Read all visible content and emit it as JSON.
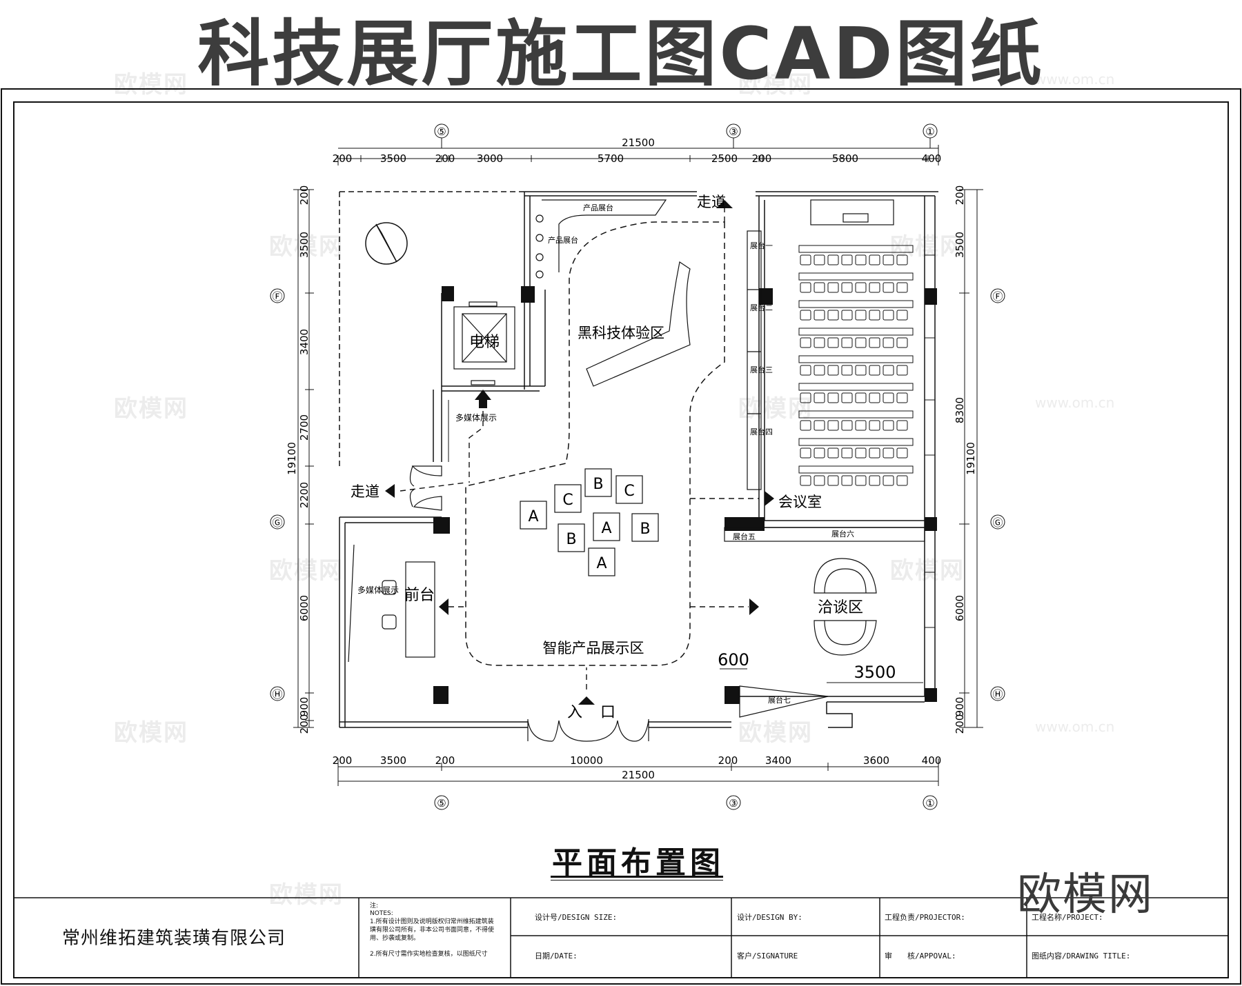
{
  "title": "科技展厅施工图CAD图纸",
  "drawing_title": "平面布置图",
  "logo_text": "欧模网",
  "watermark_text": "欧模网",
  "watermark_url": "www.om.cn",
  "grid_axes": {
    "vertical": [
      "⑤",
      "③",
      "①"
    ],
    "horizontal": [
      "Ⓕ",
      "Ⓖ",
      "Ⓗ"
    ]
  },
  "dimensions": {
    "top_total": "21500",
    "top_segments": [
      "200",
      "3500",
      "200",
      "3000",
      "5700",
      "2500",
      "200",
      "5800",
      "400"
    ],
    "bottom_total": "21500",
    "bottom_segments": [
      "200",
      "3500",
      "200",
      "10000",
      "200",
      "3400",
      "3600",
      "400"
    ],
    "left_total": "19100",
    "left_segments": [
      "200",
      "3500",
      "3400",
      "2700",
      "2200",
      "6000",
      "900",
      "200"
    ],
    "right_total": "19100",
    "right_segments": [
      "200",
      "3500",
      "8300",
      "6000",
      "900",
      "200"
    ],
    "inner_600": "600",
    "inner_3500": "3500"
  },
  "rooms": {
    "elevator": "电梯",
    "black_tech": "黑科技体验区",
    "smart_product": "智能产品展示区",
    "front_desk": "前台",
    "negotiation": "洽谈区",
    "meeting_room": "会议室",
    "corridor_left": "走道",
    "corridor_top": "走道",
    "entrance_left": "入",
    "entrance_right": "口"
  },
  "labels": {
    "product_stage_top": "产品展台",
    "product_stage_vertical": "产品展台",
    "multimedia_1": "多媒体展示",
    "multimedia_2": "多媒体展示",
    "stage_1": "展台一",
    "stage_2": "展台二",
    "stage_3": "展台三",
    "stage_4": "展台四",
    "stage_5": "展台五",
    "stage_6": "展台六",
    "stage_7": "展台七"
  },
  "display_boxes": [
    "B",
    "C",
    "C",
    "A",
    "A",
    "B",
    "B",
    "A"
  ],
  "title_block": {
    "company": "常州维拓建筑装璜有限公司",
    "notes_heading": "注:",
    "notes_heading_en": "NOTES:",
    "note_1": "1.所有设计图则及说明版权归常州维拓建筑装璜有限公司所有，非本公司书面同意，不得使用、抄袭或复制。",
    "note_2": "2.所有尺寸需作实地检查复核，以图纸尺寸",
    "design_size": "设计号/DESIGN SIZE:",
    "date": "日期/DATE:",
    "design_by": "设计/DESIGN BY:",
    "signature": "客户/SIGNATURE",
    "projector": "工程负责/PROJECTOR:",
    "approval": "审　　核/APPOVAL:",
    "project": "工程名称/PROJECT:",
    "drawing_title_field": "图纸内容/DRAWING TITLE:"
  }
}
